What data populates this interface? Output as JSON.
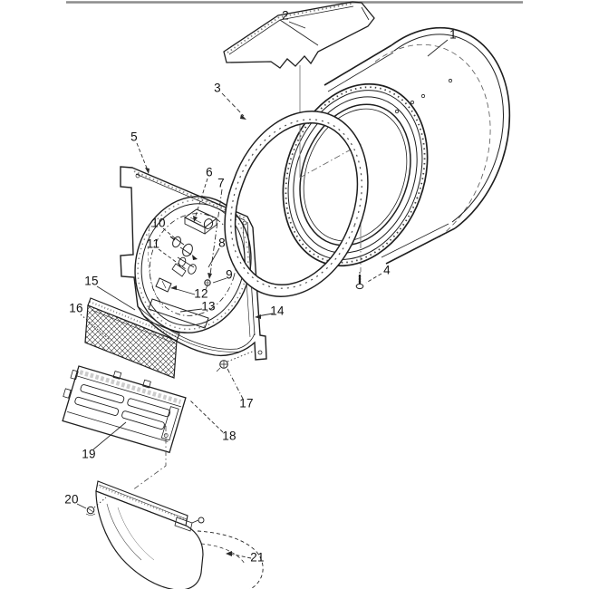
{
  "page": {
    "background_color": "#ffffff",
    "top_rule_color": "#8c8c8c",
    "ink_color": "#1f1f1f"
  },
  "callouts": [
    {
      "label": "1"
    },
    {
      "label": "2"
    },
    {
      "label": "3"
    },
    {
      "label": "4"
    },
    {
      "label": "5"
    },
    {
      "label": "6"
    },
    {
      "label": "7"
    },
    {
      "label": "8"
    },
    {
      "label": "9"
    },
    {
      "label": "10"
    },
    {
      "label": "11"
    },
    {
      "label": "12"
    },
    {
      "label": "13"
    },
    {
      "label": "14"
    },
    {
      "label": "15"
    },
    {
      "label": "16"
    },
    {
      "label": "17"
    },
    {
      "label": "18"
    },
    {
      "label": "19"
    },
    {
      "label": "20"
    },
    {
      "label": "21"
    }
  ]
}
